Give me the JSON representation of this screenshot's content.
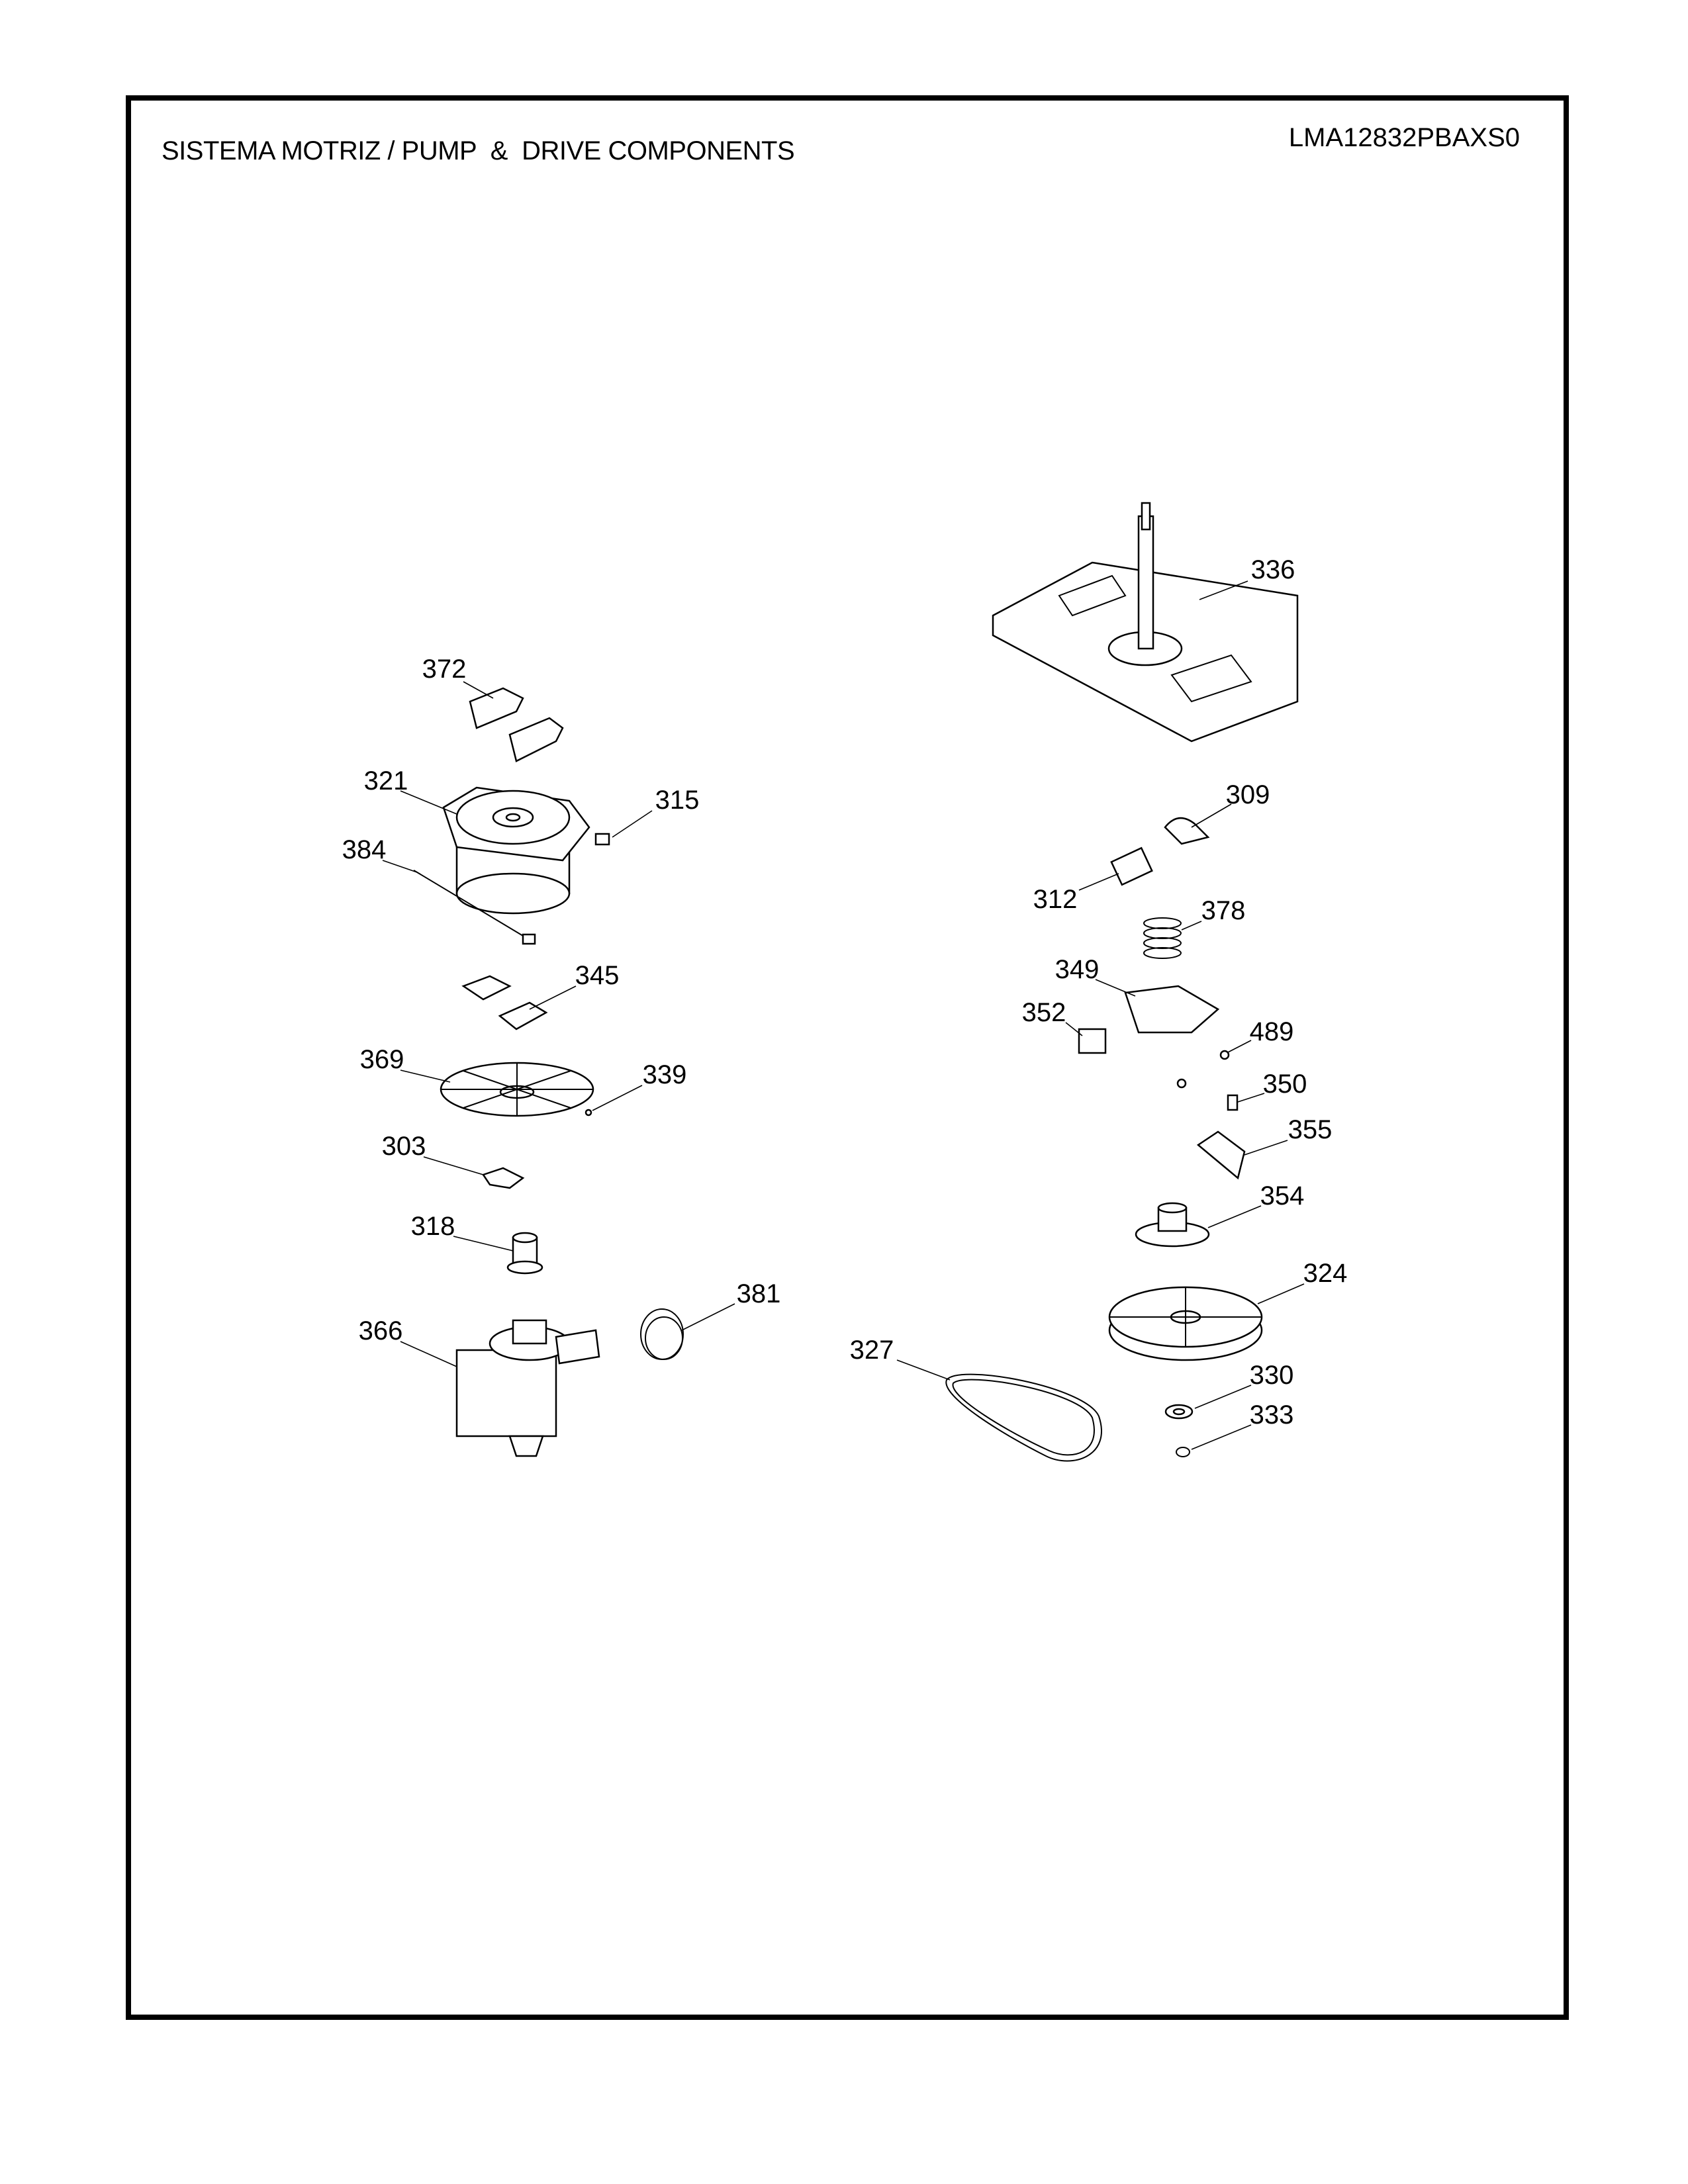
{
  "header": {
    "title": "SISTEMA MOTRIZ / PUMP  &  DRIVE COMPONENTS",
    "model": "LMA12832PBAXS0"
  },
  "callouts": {
    "c336": "336",
    "c372": "372",
    "c321": "321",
    "c315": "315",
    "c384": "384",
    "c309": "309",
    "c312": "312",
    "c378": "378",
    "c345": "345",
    "c349": "349",
    "c352": "352",
    "c489": "489",
    "c369": "369",
    "c339": "339",
    "c350": "350",
    "c355": "355",
    "c303": "303",
    "c354": "354",
    "c318": "318",
    "c324": "324",
    "c381": "381",
    "c366": "366",
    "c327": "327",
    "c330": "330",
    "c333": "333"
  }
}
